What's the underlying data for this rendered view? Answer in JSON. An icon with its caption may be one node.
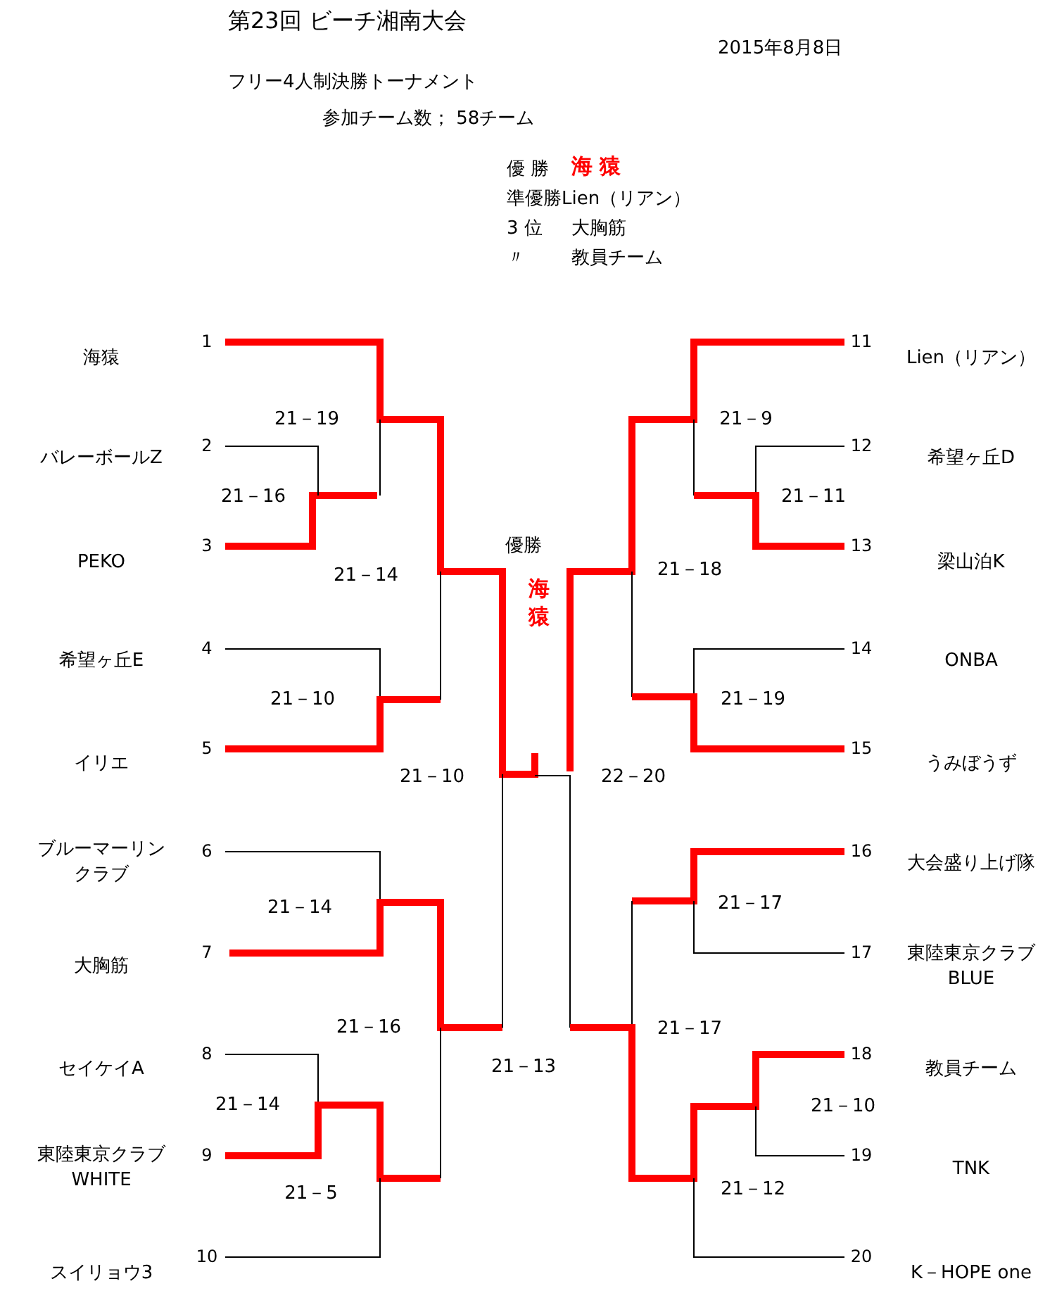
{
  "diagram": {
    "title": "第23回 ビーチ湘南大会",
    "nodes": [
      {
        "text": [
          "海猿"
        ]
      },
      {
        "text": [
          "バレーボールZ"
        ]
      },
      {
        "text": [
          "PEKO"
        ]
      },
      {
        "text": [
          "希望ヶ丘E"
        ]
      },
      {
        "text": [
          "イリエ"
        ]
      },
      {
        "text": [
          "ブルーマーリンクラブ"
        ]
      },
      {
        "text": [
          "大胸筋"
        ]
      },
      {
        "text": [
          "セイケイA"
        ]
      },
      {
        "text": [
          "東陸東京クラブWHITE"
        ]
      },
      {
        "text": [
          "スイリョウ3"
        ]
      },
      {
        "text": [
          "Lien（リアン）"
        ]
      },
      {
        "text": [
          "希望ヶ丘D"
        ]
      },
      {
        "text": [
          "梁山泊K"
        ]
      },
      {
        "text": [
          "ONBA"
        ]
      },
      {
        "text": [
          "うみぼうず"
        ]
      },
      {
        "text": [
          "大会盛り上げ隊"
        ]
      },
      {
        "text": [
          "東陸東京クラブBLUE"
        ]
      },
      {
        "text": [
          "教員チーム"
        ]
      },
      {
        "text": [
          "TNK"
        ]
      },
      {
        "text": [
          "K－HOPE one"
        ]
      }
    ],
    "edges": [],
    "labels": [
      "2015年8月8日",
      "フリー4人制決勝トーナメント",
      "参加チーム数； 58チーム",
      "優 勝",
      "海 猿",
      "準優勝Lien（リアン）",
      "3 位",
      "大胸筋",
      "〃",
      "教員チーム",
      "21－19",
      "21－9",
      "21－16",
      "21－11",
      "優勝",
      "21－18",
      "21－14",
      "海猿",
      "21－10",
      "21－19",
      "21－10",
      "22－20",
      "21－17",
      "21－14",
      "21－16",
      "21－17",
      "21－13",
      "21－14",
      "21－10",
      "21－12",
      "21－5",
      "1",
      "2",
      "3",
      "4",
      "5",
      "6",
      "7",
      "8",
      "9",
      "10",
      "11",
      "12",
      "13",
      "14",
      "15",
      "16",
      "17",
      "18",
      "19",
      "20"
    ]
  }
}
